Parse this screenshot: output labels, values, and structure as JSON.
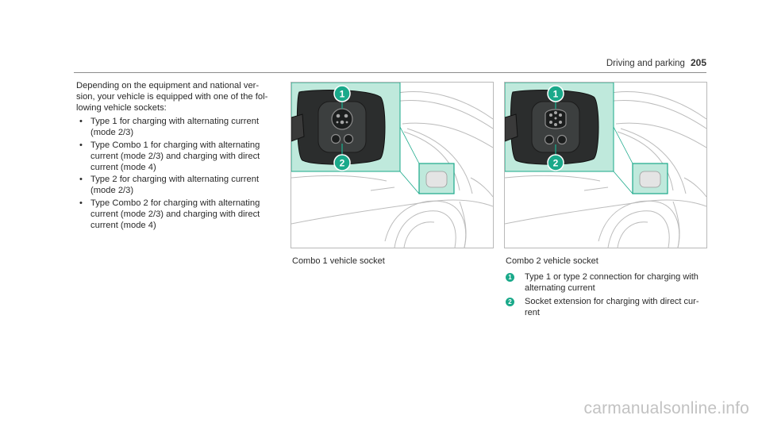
{
  "header": {
    "section": "Driving and parking",
    "page_number": "205"
  },
  "intro": {
    "paragraph": "Depending on the equipment and national ver-sion, your vehicle is equipped with one of the fol-lowing vehicle sockets:",
    "bullets": [
      "Type 1 for charging with alternating current (mode 2/3)",
      "Type Combo 1 for charging with alternating current (mode 2/3) and charging with direct current (mode 4)",
      "Type 2 for charging with alternating current (mode 2/3)",
      "Type Combo 2 for charging with alternating current (mode 2/3) and charging with direct current (mode 4)"
    ]
  },
  "figures": [
    {
      "caption": "Combo 1 vehicle socket",
      "callouts": [
        "1",
        "2"
      ]
    },
    {
      "caption": "Combo 2 vehicle socket",
      "callouts": [
        "1",
        "2"
      ]
    }
  ],
  "legend": [
    {
      "number": "1",
      "text": "Type 1 or type 2 connection for charging with alternating current"
    },
    {
      "number": "2",
      "text": "Socket extension for charging with direct cur-rent"
    }
  ],
  "watermark": "carmanualsonline.info",
  "colors": {
    "accent": "#1aa98a",
    "highlight_fill": "#bfe9dc",
    "rule": "#8c8c8c"
  }
}
